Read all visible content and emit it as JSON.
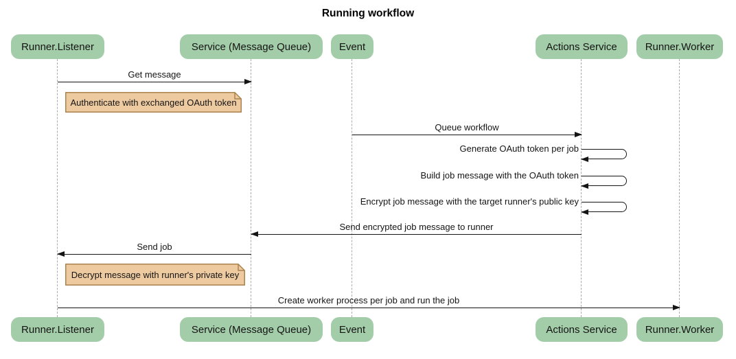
{
  "title": "Running workflow",
  "colors": {
    "background": "#ffffff",
    "actor_fill": "#a3cda9",
    "actor_text": "#141414",
    "note_fill": "#eecaa1",
    "note_border": "#a9824d",
    "lifeline": "#aaaaaa",
    "arrow": "#141414"
  },
  "participants": [
    {
      "label": "Runner.Listener"
    },
    {
      "label": "Service (Message Queue)"
    },
    {
      "label": "Event"
    },
    {
      "label": "Actions Service"
    },
    {
      "label": "Runner.Worker"
    }
  ],
  "messages": [
    {
      "label": "Get message",
      "from": "Runner.Listener",
      "to": "Service (Message Queue)",
      "direction": "right"
    },
    {
      "label": "Queue workflow",
      "from": "Event",
      "to": "Actions Service",
      "direction": "right"
    },
    {
      "label": "Send encrypted job message to runner",
      "from": "Actions Service",
      "to": "Service (Message Queue)",
      "direction": "left"
    },
    {
      "label": "Send job",
      "from": "Service (Message Queue)",
      "to": "Runner.Listener",
      "direction": "left"
    },
    {
      "label": "Create worker process per job and run the job",
      "from": "Runner.Listener",
      "to": "Runner.Worker",
      "direction": "right"
    }
  ],
  "self_messages": [
    {
      "label": "Generate OAuth token per job",
      "participant": "Actions Service"
    },
    {
      "label": "Build job message with the OAuth token",
      "participant": "Actions Service"
    },
    {
      "label": "Encrypt job message with the target runner's public key",
      "participant": "Actions Service"
    }
  ],
  "notes": [
    {
      "text": "Authenticate with exchanged OAuth token",
      "over": "Runner.Listener / Service (Message Queue)"
    },
    {
      "text": "Decrypt message with runner's private key",
      "over": "Runner.Listener / Service (Message Queue)"
    }
  ]
}
